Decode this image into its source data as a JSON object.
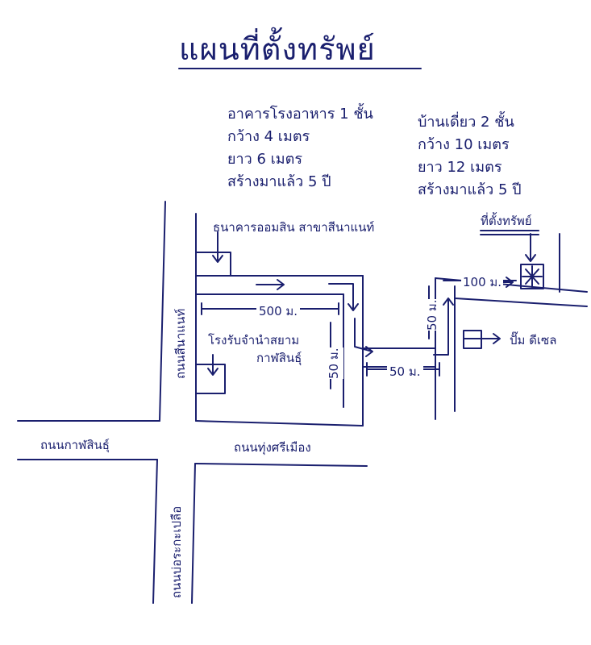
{
  "title": "แผนที่ตั้งทรัพย์",
  "building_left": {
    "line1": "อาคารโรงอาหาร 1 ชั้น",
    "line2": "กว้าง  4  เมตร",
    "line3": "ยาว  6  เมตร",
    "line4": "สร้างมาแล้ว 5 ปี"
  },
  "building_right": {
    "line1": "บ้านเดี่ยว 2 ชั้น",
    "line2": "กว้าง  10  เมตร",
    "line3": "ยาว  12  เมตร",
    "line4": "สร้างมาแล้ว 5 ปี"
  },
  "labels": {
    "bank": "ธนาคารออมสิน สาขาสีนาแนท์",
    "property": "ที่ตั้งทรัพย์",
    "rice_mill": "โรงรับจำนำสยาม",
    "rice_mill_2": "กาฬสินธุ์",
    "gas_station": "ปั๊ม ดีเซล",
    "dist_500": "500 ม.",
    "dist_50_v": "50 ม.",
    "dist_50_h": "50 ม.",
    "dist_50_right": "50 ม.",
    "dist_100": "100 ม."
  },
  "roads": {
    "kalasin": "ถนนกาฬสินธุ์",
    "thungsrimueang": "ถนนทุ่งศรีเมือง",
    "sinanat": "ถนนสีนาแนท์",
    "borkhaew": "ถนนบ่อระกะเปลือ"
  }
}
